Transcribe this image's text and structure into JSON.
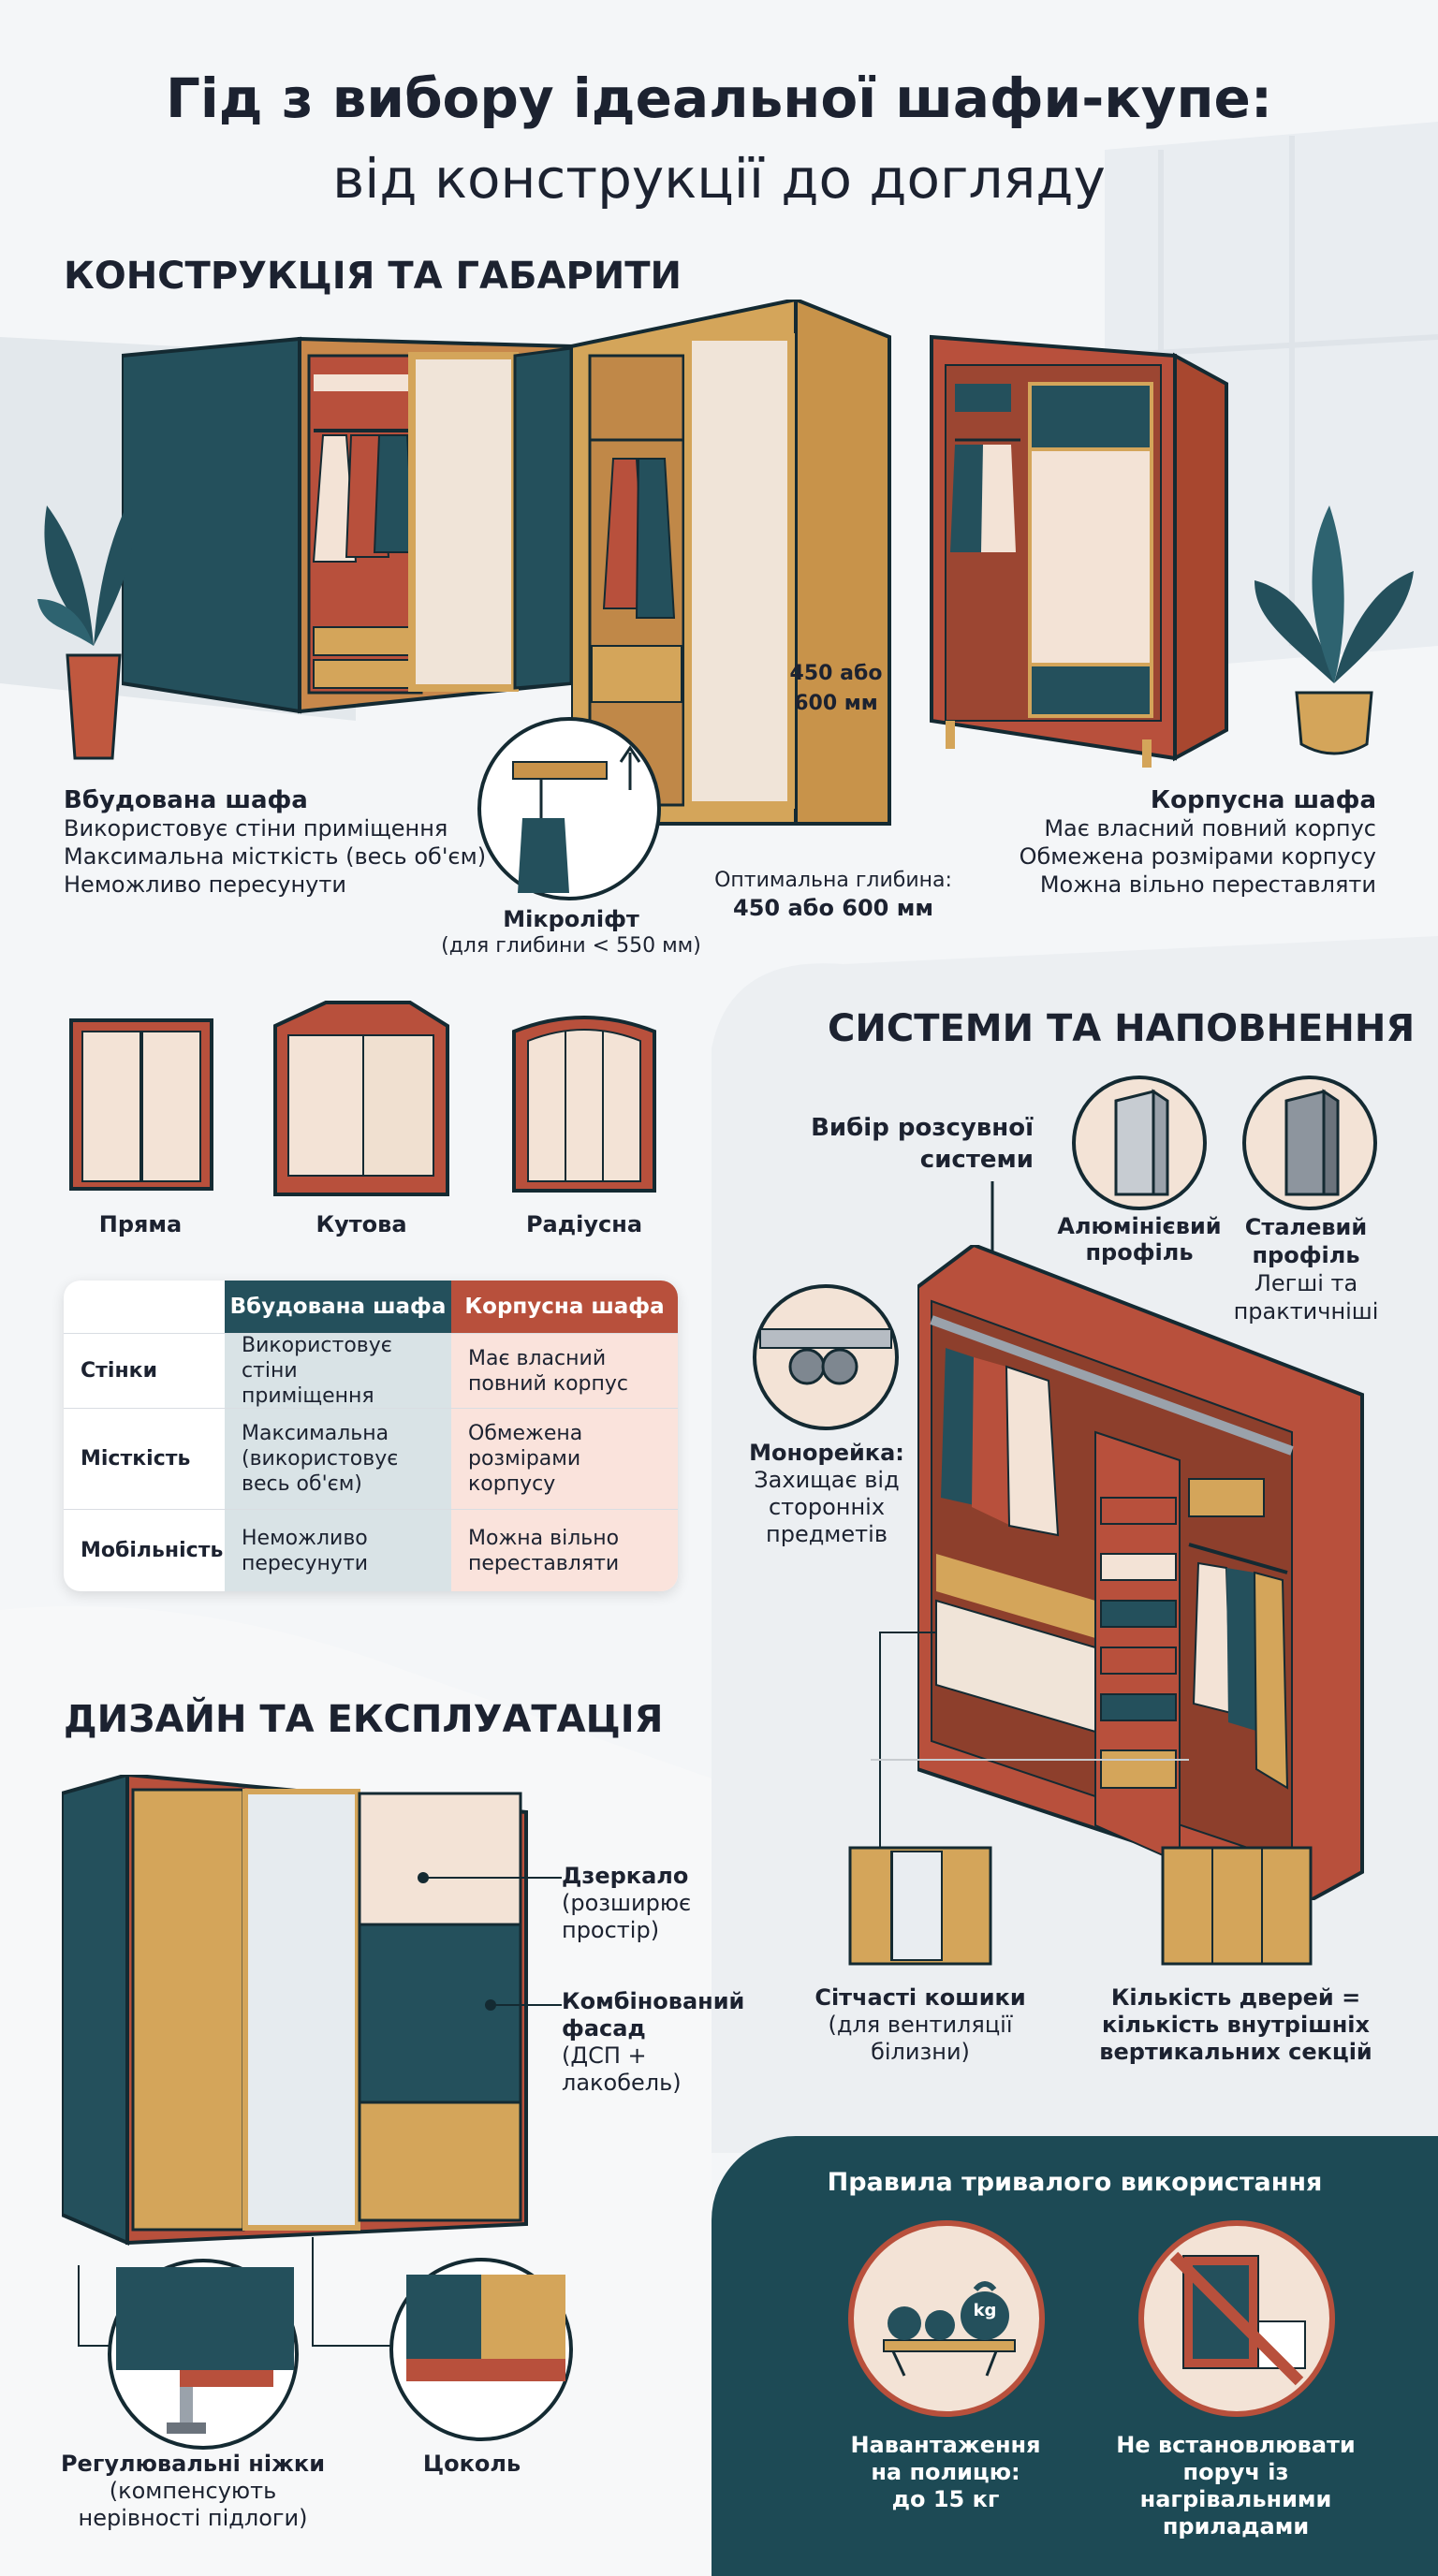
{
  "title_line1": "Гід з вибору ідеальної шафи-купе:",
  "title_line2": "від конструкції до догляду",
  "sections": {
    "construction": "КОНСТРУКЦІЯ ТА ГАБАРИТИ",
    "systems": "СИСТЕМИ ТА НАПОВНЕННЯ",
    "design": "ДИЗАЙН ТА ЕКСПЛУАТАЦІЯ"
  },
  "builtin": {
    "title": "Вбудована шафа",
    "lines": [
      "Використовує стіни приміщення",
      "Максимальна місткість (весь об'єм)",
      "Неможливо пересунути"
    ]
  },
  "cabinet": {
    "title": "Корпусна шафа",
    "lines": [
      "Має власний повний корпус",
      "Обмежена розмірами корпусу",
      "Можна вільно переставляти"
    ]
  },
  "depth": {
    "badge": "450 або 600 мм",
    "label": "Оптимальна глибина:",
    "value": "450 або 600 мм"
  },
  "microlift": {
    "title": "Мікроліфт",
    "sub": "(для глибини < 550 мм)"
  },
  "shapes": [
    "Пряма",
    "Кутова",
    "Радіусна"
  ],
  "table": {
    "headers": [
      "Вбудована шафа",
      "Корпусна шафа"
    ],
    "rows": [
      {
        "label": "Стінки",
        "a": "Використовує стіни приміщення",
        "b": "Має власний повний корпус"
      },
      {
        "label": "Місткість",
        "a": "Максимальна (використовує весь об'єм)",
        "b": "Обмежена розмірами корпусу"
      },
      {
        "label": "Мобільність",
        "a": "Неможливо пересунути",
        "b": "Можна вільно переставляти"
      }
    ]
  },
  "systems": {
    "choice": "Вибір розсувної системи",
    "aluminium_line1": "Алюмінієвий",
    "aluminium_line2": "профіль",
    "steel_line1": "Сталевий",
    "steel_line2": "профіль",
    "steel_note_line1": "Легші та",
    "steel_note_line2": "практичніші",
    "monorail_title": "Монорейка:",
    "monorail_line1": "Захищає від",
    "monorail_line2": "сторонніх",
    "monorail_line3": "предметів",
    "baskets_title": "Сітчасті кошики",
    "baskets_line1": "(для вентиляції",
    "baskets_line2": "білизни)",
    "doors_line1": "Кількість дверей =",
    "doors_line2": "кількість внутрішніх",
    "doors_line3": "вертикальних секцій"
  },
  "design": {
    "mirror_title": "Дзеркало",
    "mirror_line1": "(розширює",
    "mirror_line2": "простір)",
    "combo_title_line1": "Комбінований",
    "combo_title_line2": "фасад",
    "combo_line1": "(ДСП +",
    "combo_line2": "лакобель)",
    "legs_title": "Регулювальні ніжки",
    "legs_line1": "(компенсують",
    "legs_line2": "нерівності підлоги)",
    "plinth": "Цоколь"
  },
  "rules": {
    "title": "Правила тривалого використання",
    "kg": "kg",
    "load_line1": "Навантаження",
    "load_line2": "на полицю:",
    "load_line3": "до 15 кг",
    "heat_line1": "Не встановлювати",
    "heat_line2": "поруч із нагрівальними",
    "heat_line3": "приладами"
  },
  "colors": {
    "teal": "#24505c",
    "terracotta": "#b8503c",
    "wood": "#d4a55a",
    "cream": "#f3e3d6",
    "dark_panel": "#1d4a55"
  }
}
